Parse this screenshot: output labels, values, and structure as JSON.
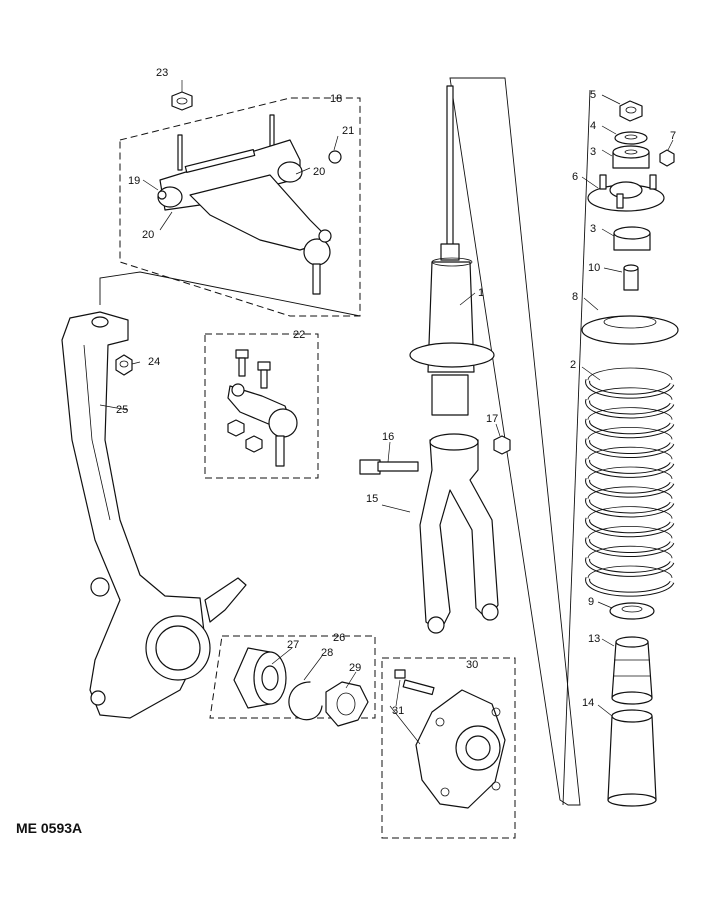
{
  "diagram_code": "ME 0593A",
  "callouts": [
    "1",
    "2",
    "3",
    "3",
    "4",
    "5",
    "6",
    "7",
    "8",
    "9",
    "10",
    "13",
    "14",
    "15",
    "16",
    "17",
    "18",
    "19",
    "20",
    "20",
    "21",
    "22",
    "23",
    "24",
    "25",
    "26",
    "27",
    "28",
    "29",
    "30",
    "31"
  ]
}
